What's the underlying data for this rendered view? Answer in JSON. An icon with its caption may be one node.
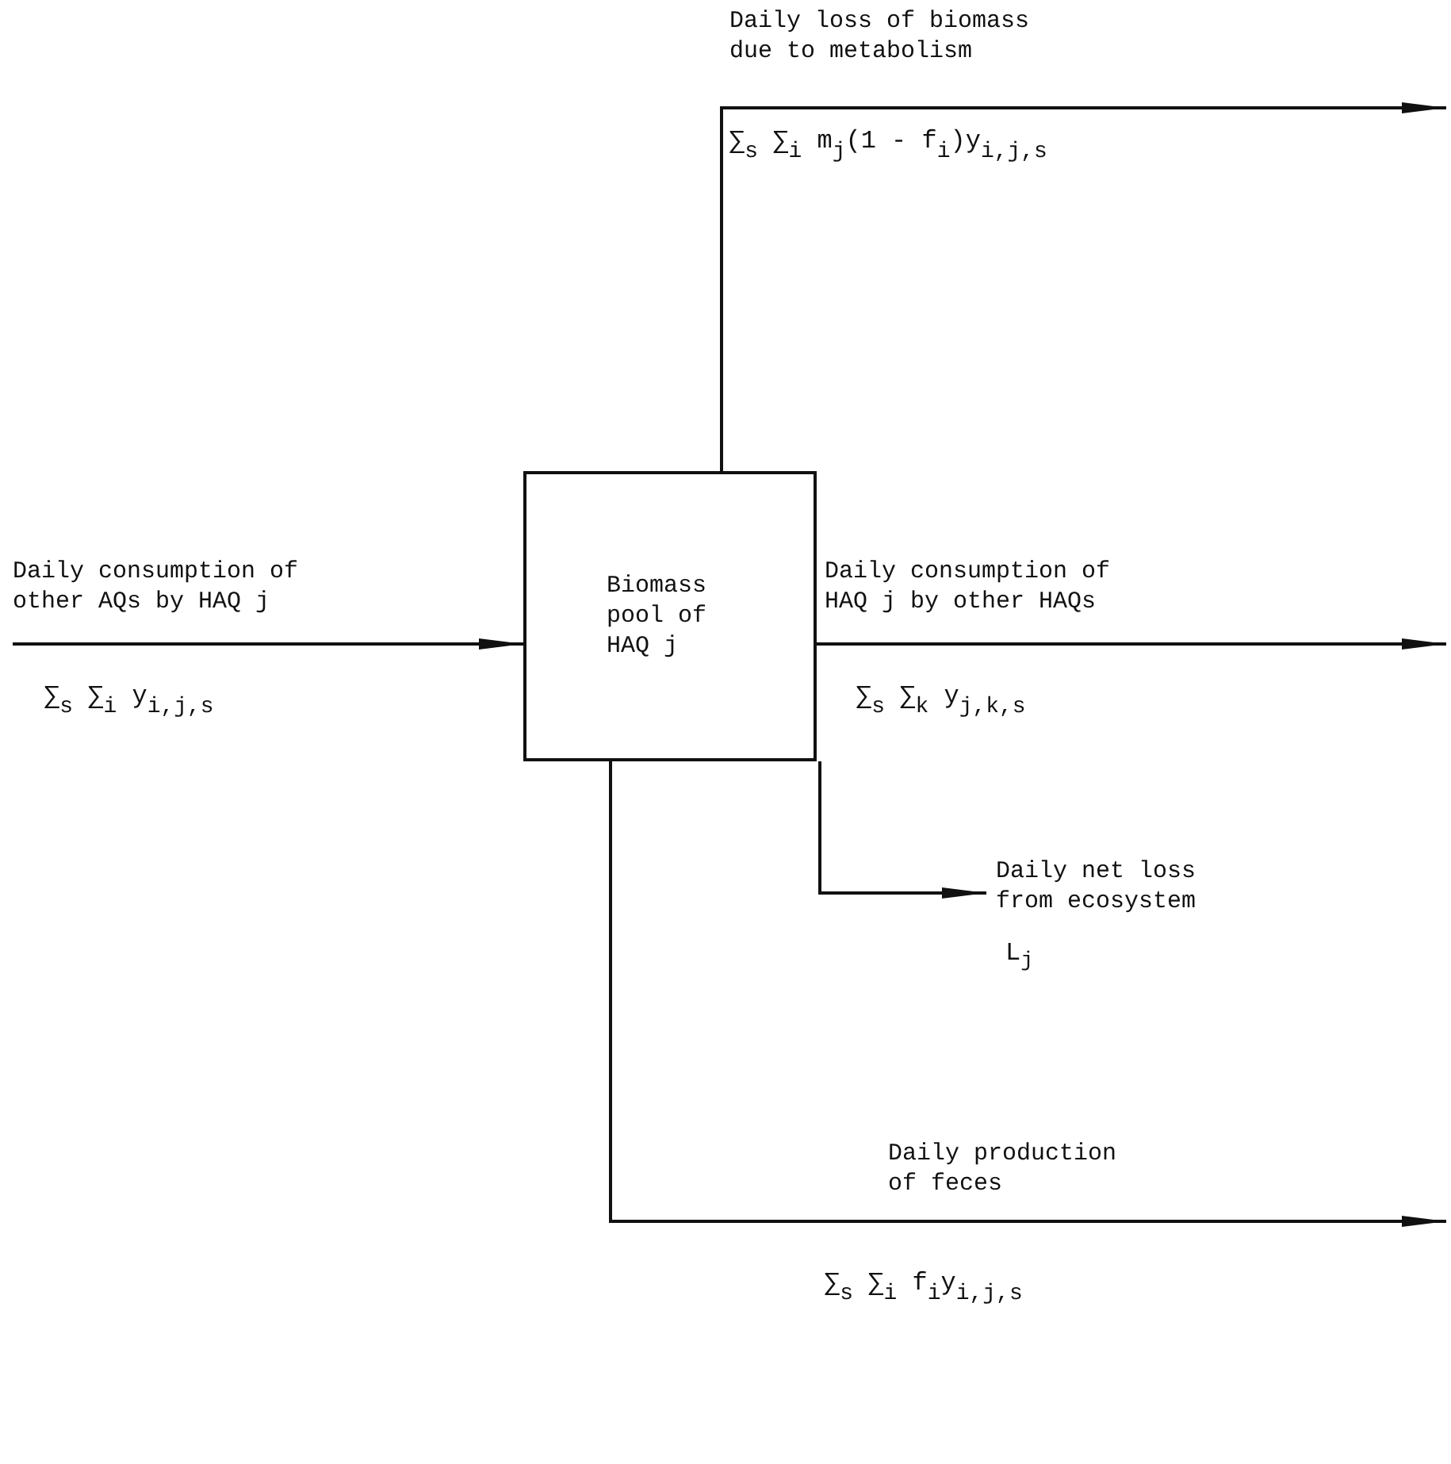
{
  "diagram": {
    "nodes": [
      {
        "text": [
          "Biomass pool of HAQ j"
        ]
      },
      {
        "text": [
          "Daily net loss from ecosystem",
          "L$_{j}$"
        ]
      }
    ],
    "edges": [
      {
        "from": null,
        "to": 0,
        "arrow": "to",
        "label": "Daily consumption of other AQs by HAQ j"
      },
      {
        "from": 0,
        "to": null,
        "arrow": "to",
        "label": "Daily loss of biomass due to metabolism"
      },
      {
        "from": 0,
        "to": null,
        "arrow": "to",
        "label": "Daily consumption of HAQ j by other HAQs"
      },
      {
        "from": 0,
        "to": 1,
        "arrow": "to"
      },
      {
        "from": 0,
        "to": null,
        "arrow": "to",
        "label": "Daily production of feces"
      }
    ],
    "labels": [
      "∑$_{s}$ ∑$_{i}$ y$_{i,j,s}$",
      "∑$_{s}$ ∑$_{i}$ m$_{j}$(1 - f$_{i}$)y$_{i,j,s}$",
      "∑$_{s}$ ∑$_{k}$ y$_{j,k,s}$",
      "∑$_{s}$ ∑$_{i}$ f$_{i}$y$_{i,j,s}$"
    ]
  }
}
